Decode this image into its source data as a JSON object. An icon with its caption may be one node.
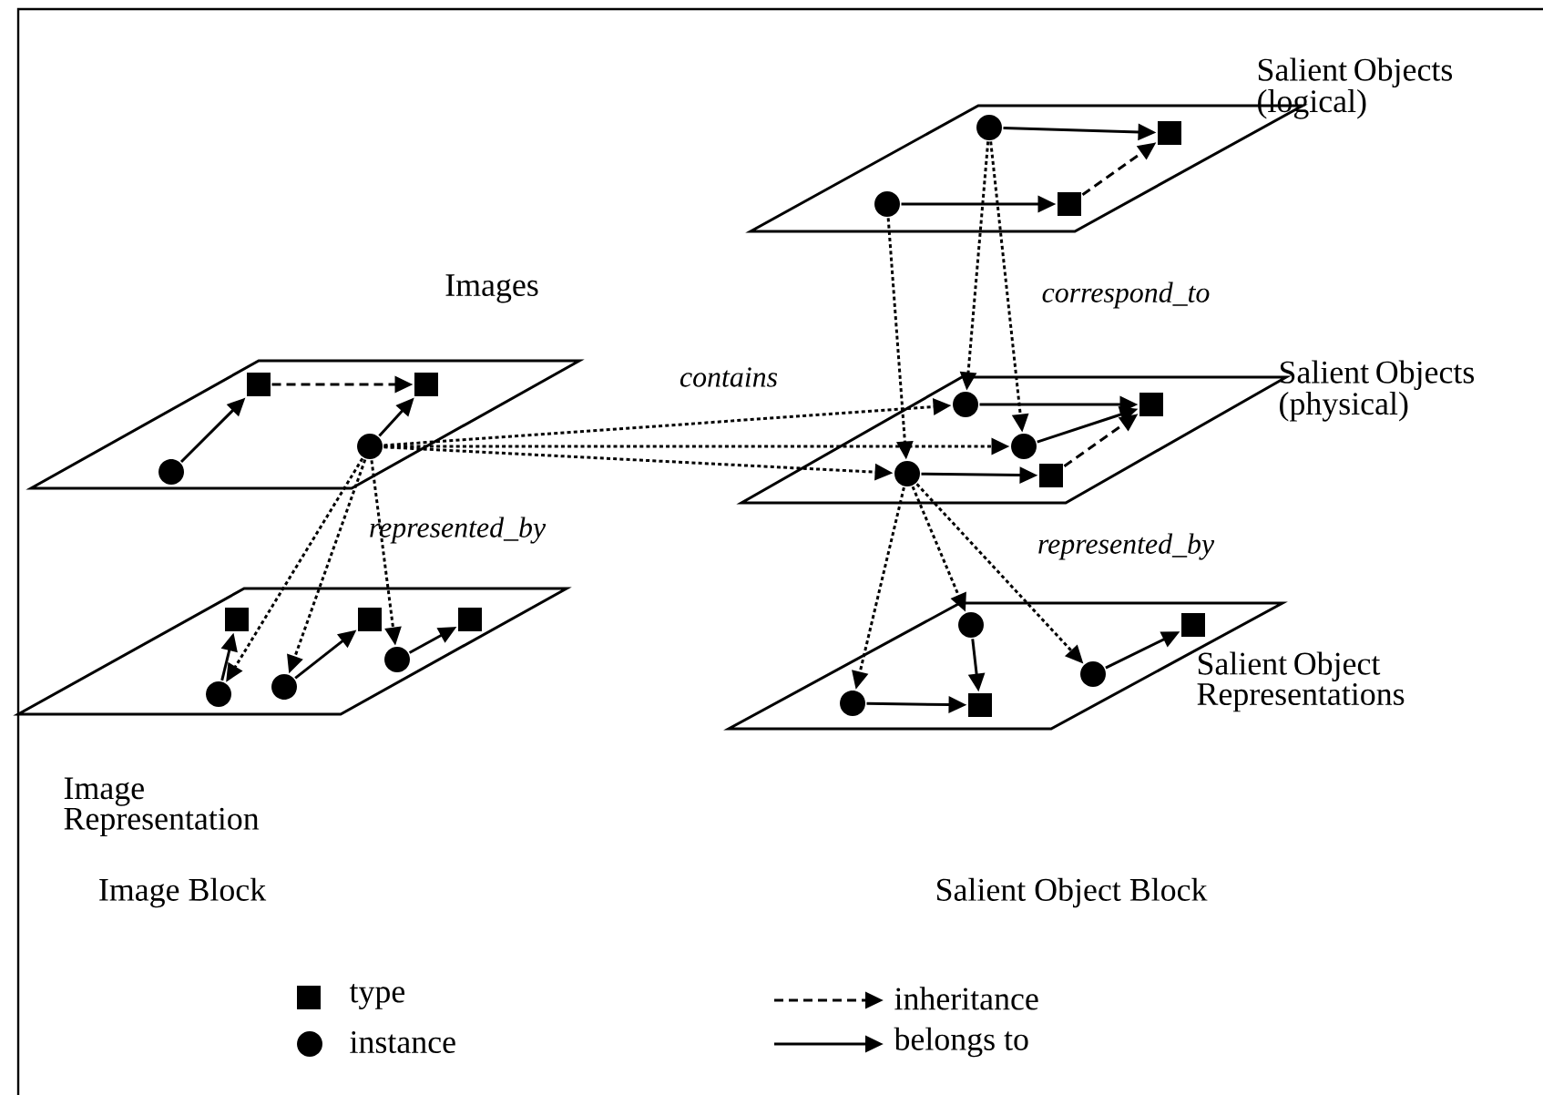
{
  "diagram": {
    "nodes": [
      {
        "text": [
          "Images"
        ]
      },
      {
        "text": [],
        "shape": "circle",
        "in": 0
      },
      {
        "text": [],
        "shape": "box",
        "in": 0
      },
      {
        "text": [],
        "shape": "box",
        "in": 0
      },
      {
        "text": [],
        "shape": "circle",
        "in": 0
      },
      {
        "text": [
          "Image Representation"
        ]
      },
      {
        "text": [],
        "shape": "box",
        "in": 5
      },
      {
        "text": [],
        "shape": "circle",
        "in": 5
      },
      {
        "text": [],
        "shape": "circle",
        "in": 5
      },
      {
        "text": [],
        "shape": "box",
        "in": 5
      },
      {
        "text": [],
        "shape": "circle",
        "in": 5
      },
      {
        "text": [],
        "shape": "box",
        "in": 5
      },
      {
        "text": [
          "Salient Objects (logical)"
        ]
      },
      {
        "text": [],
        "shape": "circle",
        "in": 12
      },
      {
        "text": [],
        "shape": "box",
        "in": 12
      },
      {
        "text": [],
        "shape": "circle",
        "in": 12
      },
      {
        "text": [],
        "shape": "box",
        "in": 12
      },
      {
        "text": [
          "Salient Objects (physical)"
        ]
      },
      {
        "text": [],
        "shape": "circle",
        "in": 17
      },
      {
        "text": [],
        "shape": "box",
        "in": 17
      },
      {
        "text": [],
        "shape": "circle",
        "in": 17
      },
      {
        "text": [],
        "shape": "box",
        "in": 17
      },
      {
        "text": [],
        "shape": "circle",
        "in": 17
      },
      {
        "text": [
          "Salient Object Representations"
        ]
      },
      {
        "text": [],
        "shape": "circle",
        "in": 23
      },
      {
        "text": [],
        "shape": "box",
        "in": 23
      },
      {
        "text": [],
        "shape": "circle",
        "in": 23
      },
      {
        "text": [],
        "shape": "circle",
        "in": 23
      },
      {
        "text": [],
        "shape": "box",
        "in": 23
      }
    ],
    "edges": [
      {
        "from": 1,
        "to": 2,
        "arrow": "to"
      },
      {
        "from": 2,
        "to": 3,
        "arrow": "to",
        "style": "dashed"
      },
      {
        "from": 4,
        "to": 3,
        "arrow": "to"
      },
      {
        "from": 7,
        "to": 6,
        "arrow": "to"
      },
      {
        "from": 8,
        "to": 9,
        "arrow": "to"
      },
      {
        "from": 10,
        "to": 11,
        "arrow": "to"
      },
      {
        "from": 13,
        "to": 14,
        "arrow": "to"
      },
      {
        "from": 15,
        "to": 16,
        "arrow": "to"
      },
      {
        "from": 16,
        "to": 14,
        "arrow": "to",
        "style": "dashed"
      },
      {
        "from": 18,
        "to": 19,
        "arrow": "to"
      },
      {
        "from": 20,
        "to": 19,
        "arrow": "to"
      },
      {
        "from": 21,
        "to": 19,
        "arrow": "to",
        "style": "dashed"
      },
      {
        "from": 22,
        "to": 21,
        "arrow": "to"
      },
      {
        "from": 24,
        "to": 25,
        "arrow": "to"
      },
      {
        "from": 26,
        "to": 25,
        "arrow": "to"
      },
      {
        "from": 27,
        "to": 28,
        "arrow": "to"
      },
      {
        "from": 4,
        "to": 7,
        "arrow": "to",
        "style": "dashed"
      },
      {
        "from": 4,
        "to": 8,
        "arrow": "to",
        "style": "dashed"
      },
      {
        "from": 4,
        "to": 10,
        "arrow": "to",
        "style": "dashed"
      },
      {
        "from": 4,
        "to": 18,
        "arrow": "to",
        "style": "dashed"
      },
      {
        "from": 4,
        "to": 20,
        "arrow": "to",
        "style": "dashed"
      },
      {
        "from": 4,
        "to": 22,
        "arrow": "to",
        "style": "dashed"
      },
      {
        "from": 13,
        "to": 18,
        "arrow": "to",
        "style": "dashed"
      },
      {
        "from": 13,
        "to": 20,
        "arrow": "to",
        "style": "dashed"
      },
      {
        "from": 15,
        "to": 22,
        "arrow": "to",
        "style": "dashed"
      },
      {
        "from": 22,
        "to": 26,
        "arrow": "to",
        "style": "dashed"
      },
      {
        "from": 22,
        "to": 24,
        "arrow": "to",
        "style": "dashed"
      },
      {
        "from": 22,
        "to": 27,
        "arrow": "to",
        "style": "dashed"
      }
    ],
    "labels": [
      "contains",
      "correspond_to",
      "represented_by",
      "represented_by",
      "Image Block",
      "Salient Object Block"
    ],
    "legend": [
      {
        "text": "type"
      },
      {
        "text": "instance"
      },
      {
        "text": "inheritance"
      },
      {
        "text": "belongs to"
      }
    ]
  }
}
